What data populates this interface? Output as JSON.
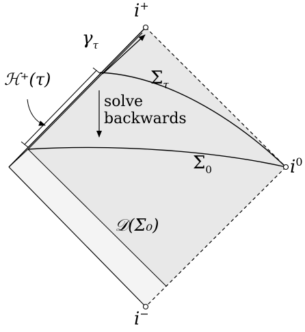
{
  "labels": {
    "i_plus": {
      "base": "i",
      "sup": "+"
    },
    "i_zero": {
      "base": "i",
      "sup": "0"
    },
    "i_minus": {
      "base": "i",
      "sup": "−"
    },
    "gamma_tau": {
      "base": "γ",
      "sub": "τ"
    },
    "sigma_tau": {
      "base": "Σ",
      "sub": "τ"
    },
    "sigma_zero": {
      "base": "Σ",
      "sub": "0"
    },
    "horizon": "ℋ⁺(τ)",
    "solve": "solve",
    "backwards": "backwards",
    "domain": "𝒟(Σ₀)"
  },
  "colors": {
    "stroke": "#000000",
    "region_fill": "#e8e8e8",
    "strip_fill": "#f4f4f4",
    "background": "#ffffff"
  }
}
